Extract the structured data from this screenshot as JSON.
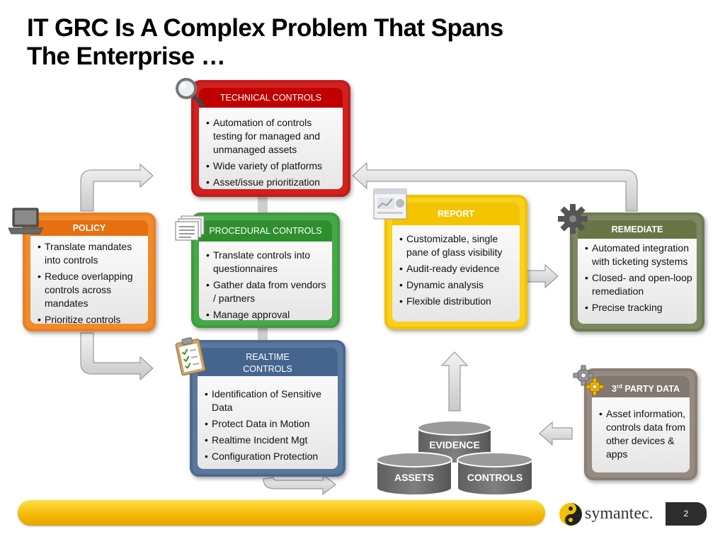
{
  "title": {
    "line1": "IT GRC Is A Complex Problem That Spans",
    "line2": "The Enterprise …"
  },
  "technical": {
    "header": "TECHNICAL CONTROLS",
    "items": [
      "Automation of controls testing for managed and unmanaged assets",
      "Wide variety of platforms",
      "Asset/issue prioritization"
    ]
  },
  "policy": {
    "header": "POLICY",
    "items": [
      "Translate mandates into controls",
      "Reduce overlapping controls across mandates",
      "Prioritize controls"
    ]
  },
  "procedural": {
    "header": "PROCEDURAL CONTROLS",
    "items": [
      "Translate controls into questionnaires",
      "Gather data from vendors / partners",
      "Manage approval"
    ]
  },
  "realtime": {
    "header_line1": "REALTIME",
    "header_line2": "CONTROLS",
    "items": [
      "Identification of Sensitive Data",
      "Protect Data in Motion",
      "Realtime Incident Mgt",
      "Configuration Protection"
    ]
  },
  "report": {
    "header": "REPORT",
    "items": [
      "Customizable, single pane of glass visibility",
      "Audit-ready evidence",
      "Dynamic analysis",
      "Flexible distribution"
    ]
  },
  "remediate": {
    "header": "REMEDIATE",
    "items": [
      "Automated integration with ticketing systems",
      "Closed- and open-loop remediation",
      "Precise tracking"
    ]
  },
  "third_party": {
    "header_num": "3",
    "header_sup": "rd",
    "header_rest": " PARTY DATA",
    "items": [
      "Asset information, controls data from other devices & apps"
    ]
  },
  "databases": {
    "evidence": "EVIDENCE",
    "assets": "ASSETS",
    "controls": "CONTROLS"
  },
  "footer": {
    "logo_text": "symantec.",
    "page_number": "2"
  },
  "icons": [
    "magnifier-icon",
    "laptop-icon",
    "documents-icon",
    "clipboard-icon",
    "report-window-icon",
    "gear-icon",
    "gears-icon",
    "symantec-logo-icon"
  ],
  "colors": {
    "technical": "#c00000",
    "policy": "#e66f12",
    "procedural": "#2f8f2f",
    "realtime": "#46658e",
    "report": "#f5c400",
    "remediate": "#6a7547",
    "third_party": "#83786f",
    "database": "#6b6b6b",
    "footer_bar": "#f4b800"
  }
}
